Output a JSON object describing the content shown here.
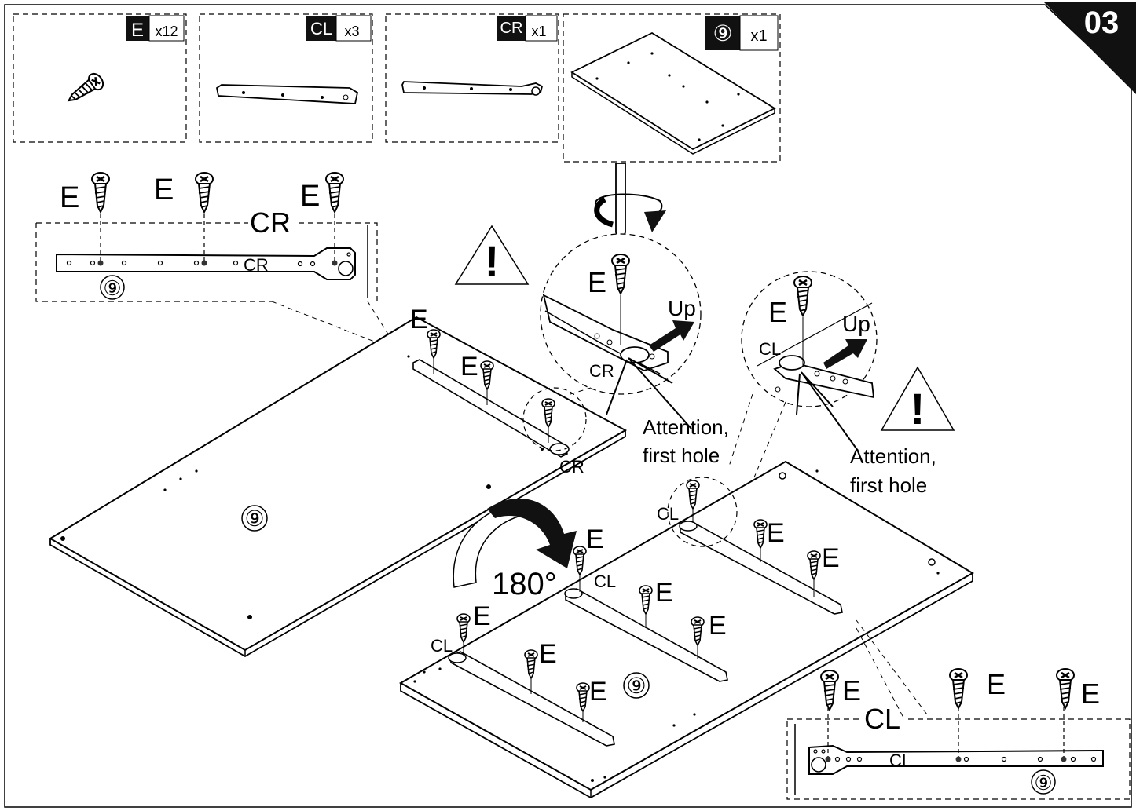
{
  "step": {
    "number": "03"
  },
  "parts": [
    {
      "code": "E",
      "qty": "x12",
      "icon": "screw"
    },
    {
      "code": "CL",
      "qty": "x3",
      "icon": "rail-left"
    },
    {
      "code": "CR",
      "qty": "x1",
      "icon": "rail-right"
    },
    {
      "code": "⑨",
      "qty": "x1",
      "icon": "panel"
    }
  ],
  "labels": {
    "screw": "E",
    "rail_right": "CR",
    "rail_left": "CL",
    "panel": "⑨",
    "rotation": "180°",
    "up": "Up",
    "attention_line1": "Attention,",
    "attention_line2": "first hole",
    "warning_symbol": "!"
  }
}
